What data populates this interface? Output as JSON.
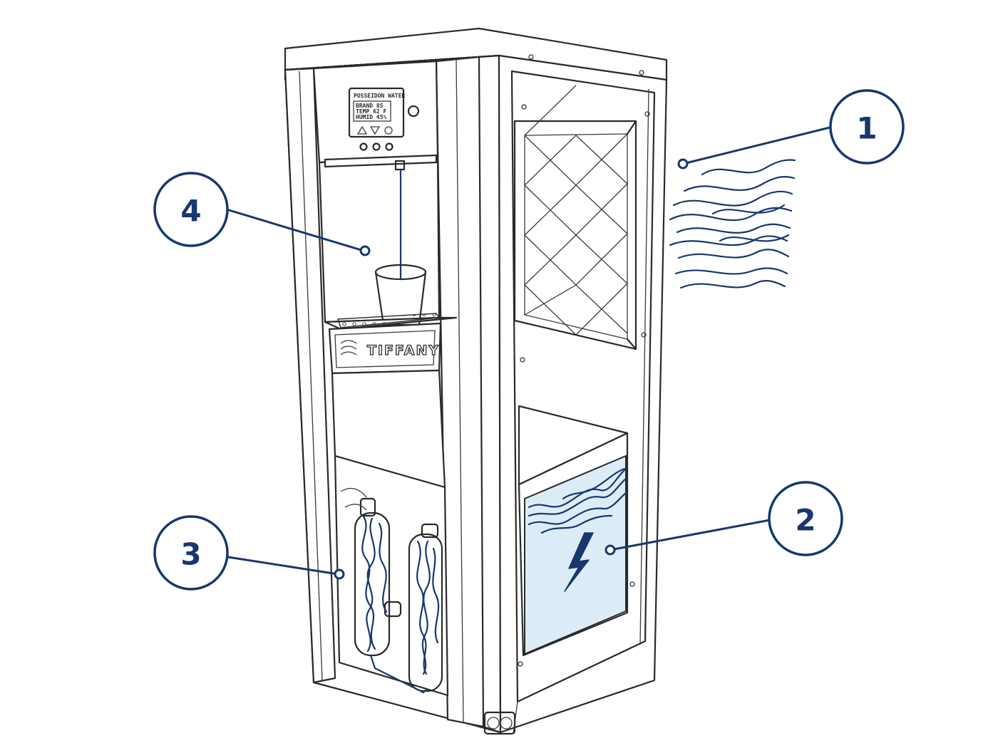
{
  "product": {
    "brand_label": "TIFFANY",
    "display_header": "POSSEIDON WATER",
    "display_lines": [
      "BRAND 8S",
      "TEMP 62 F",
      "HUMID 45%"
    ]
  },
  "callouts": [
    {
      "id": "1",
      "label": "1"
    },
    {
      "id": "2",
      "label": "2"
    },
    {
      "id": "3",
      "label": "3"
    },
    {
      "id": "4",
      "label": "4"
    }
  ],
  "colors": {
    "accent": "#17376e",
    "water_fill": "#dcecf7",
    "ink": "#2a2a2a"
  },
  "icons": [
    "air-flow-icon",
    "lightning-icon",
    "water-wave-icon",
    "cup-icon",
    "air-filter-icon",
    "water-filter-icon"
  ]
}
